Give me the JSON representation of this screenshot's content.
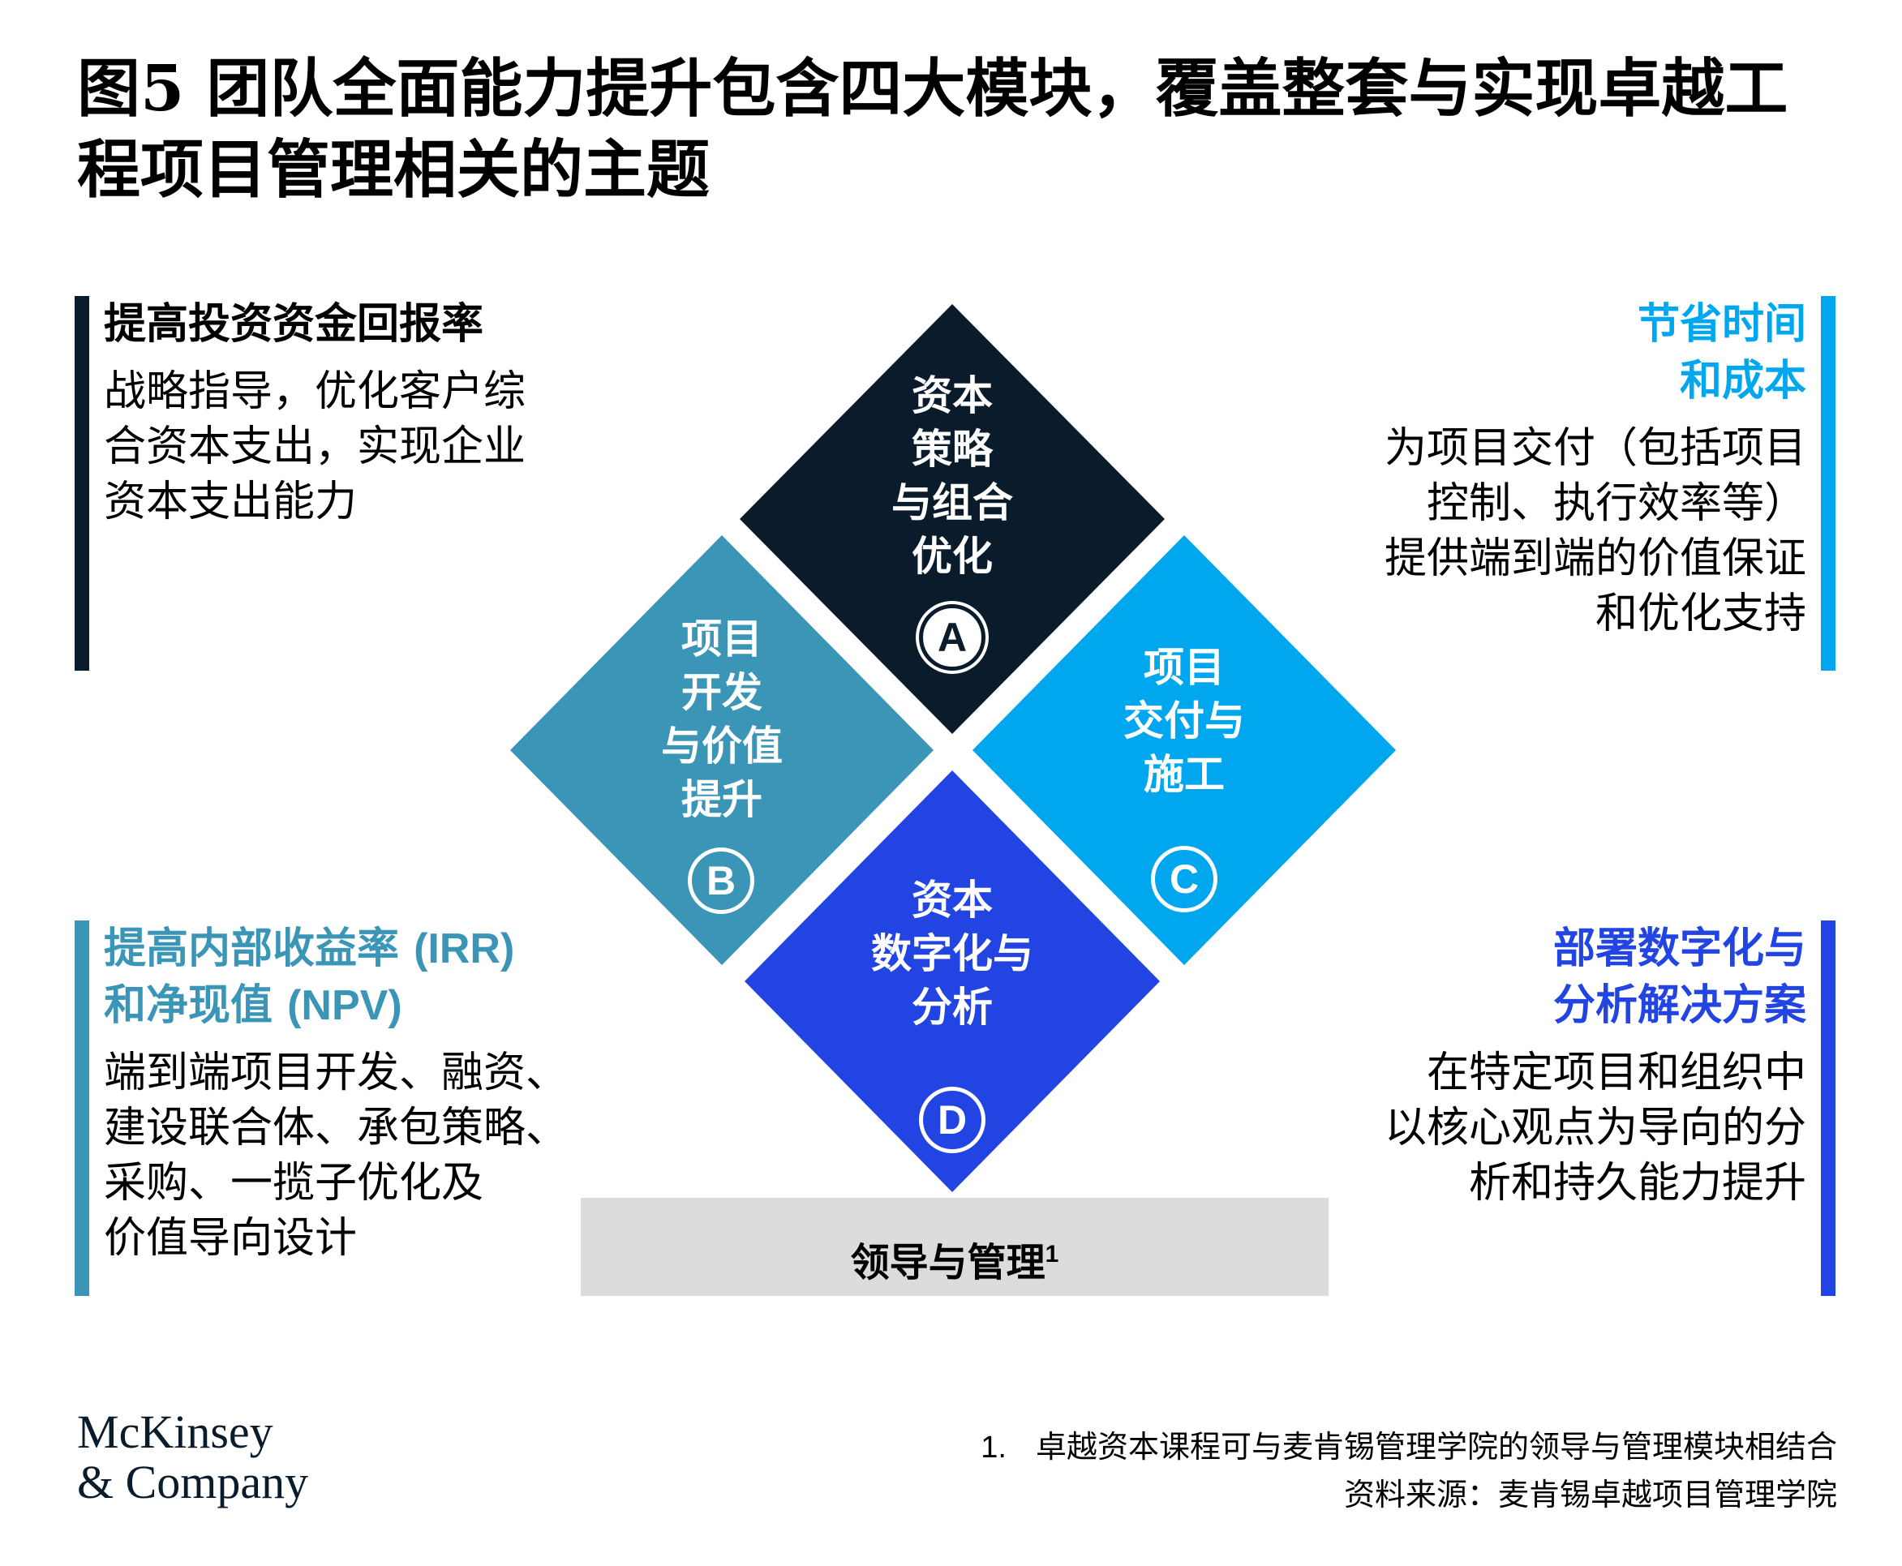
{
  "title": "图5 团队全面能力提升包含四大模块，覆盖整套与实现卓越工程项目管理相关的主题",
  "colors": {
    "navy": "#0a1b2b",
    "teal": "#3a95b6",
    "sky": "#00a7ee",
    "royal": "#2144e3",
    "gray": "#dcdcdc"
  },
  "panels": {
    "top_left": {
      "heading": "提高投资资金回报率",
      "body": "战略指导，优化客户综\n合资本支出，实现企业\n资本支出能力"
    },
    "top_right": {
      "heading": "节省时间\n和成本",
      "body": "为项目交付（包括项目\n控制、执行效率等）\n提供端到端的价值保证\n和优化支持"
    },
    "bottom_left": {
      "heading_cn": "提高内部收益率 ",
      "heading_irr": "(IRR)",
      "heading_cn2": "和净现值 ",
      "heading_npv": "(NPV)",
      "body": "端到端项目开发、融资、\n建设联合体、承包策略、\n采购、一揽子优化及\n价值导向设计"
    },
    "bottom_right": {
      "heading": "部署数字化与\n分析解决方案",
      "body": "在特定项目和组织中\n以核心观点为导向的分\n析和持久能力提升"
    }
  },
  "modules": {
    "a": {
      "label": "资本\n策略\n与组合\n优化",
      "badge": "A"
    },
    "b": {
      "label": "项目\n开发\n与价值\n提升",
      "badge": "B"
    },
    "c": {
      "label": "项目\n交付与\n施工",
      "badge": "C"
    },
    "d": {
      "label": "资本\n数字化与\n分析",
      "badge": "D"
    }
  },
  "foundation": {
    "label": "领导与管理",
    "footnote_mark": "1"
  },
  "footnote": {
    "number": "1.",
    "text": "卓越资本课程可与麦肯锡管理学院的领导与管理模块相结合",
    "source": "资料来源：麦肯锡卓越项目管理学院"
  },
  "logo": "McKinsey\n& Company"
}
